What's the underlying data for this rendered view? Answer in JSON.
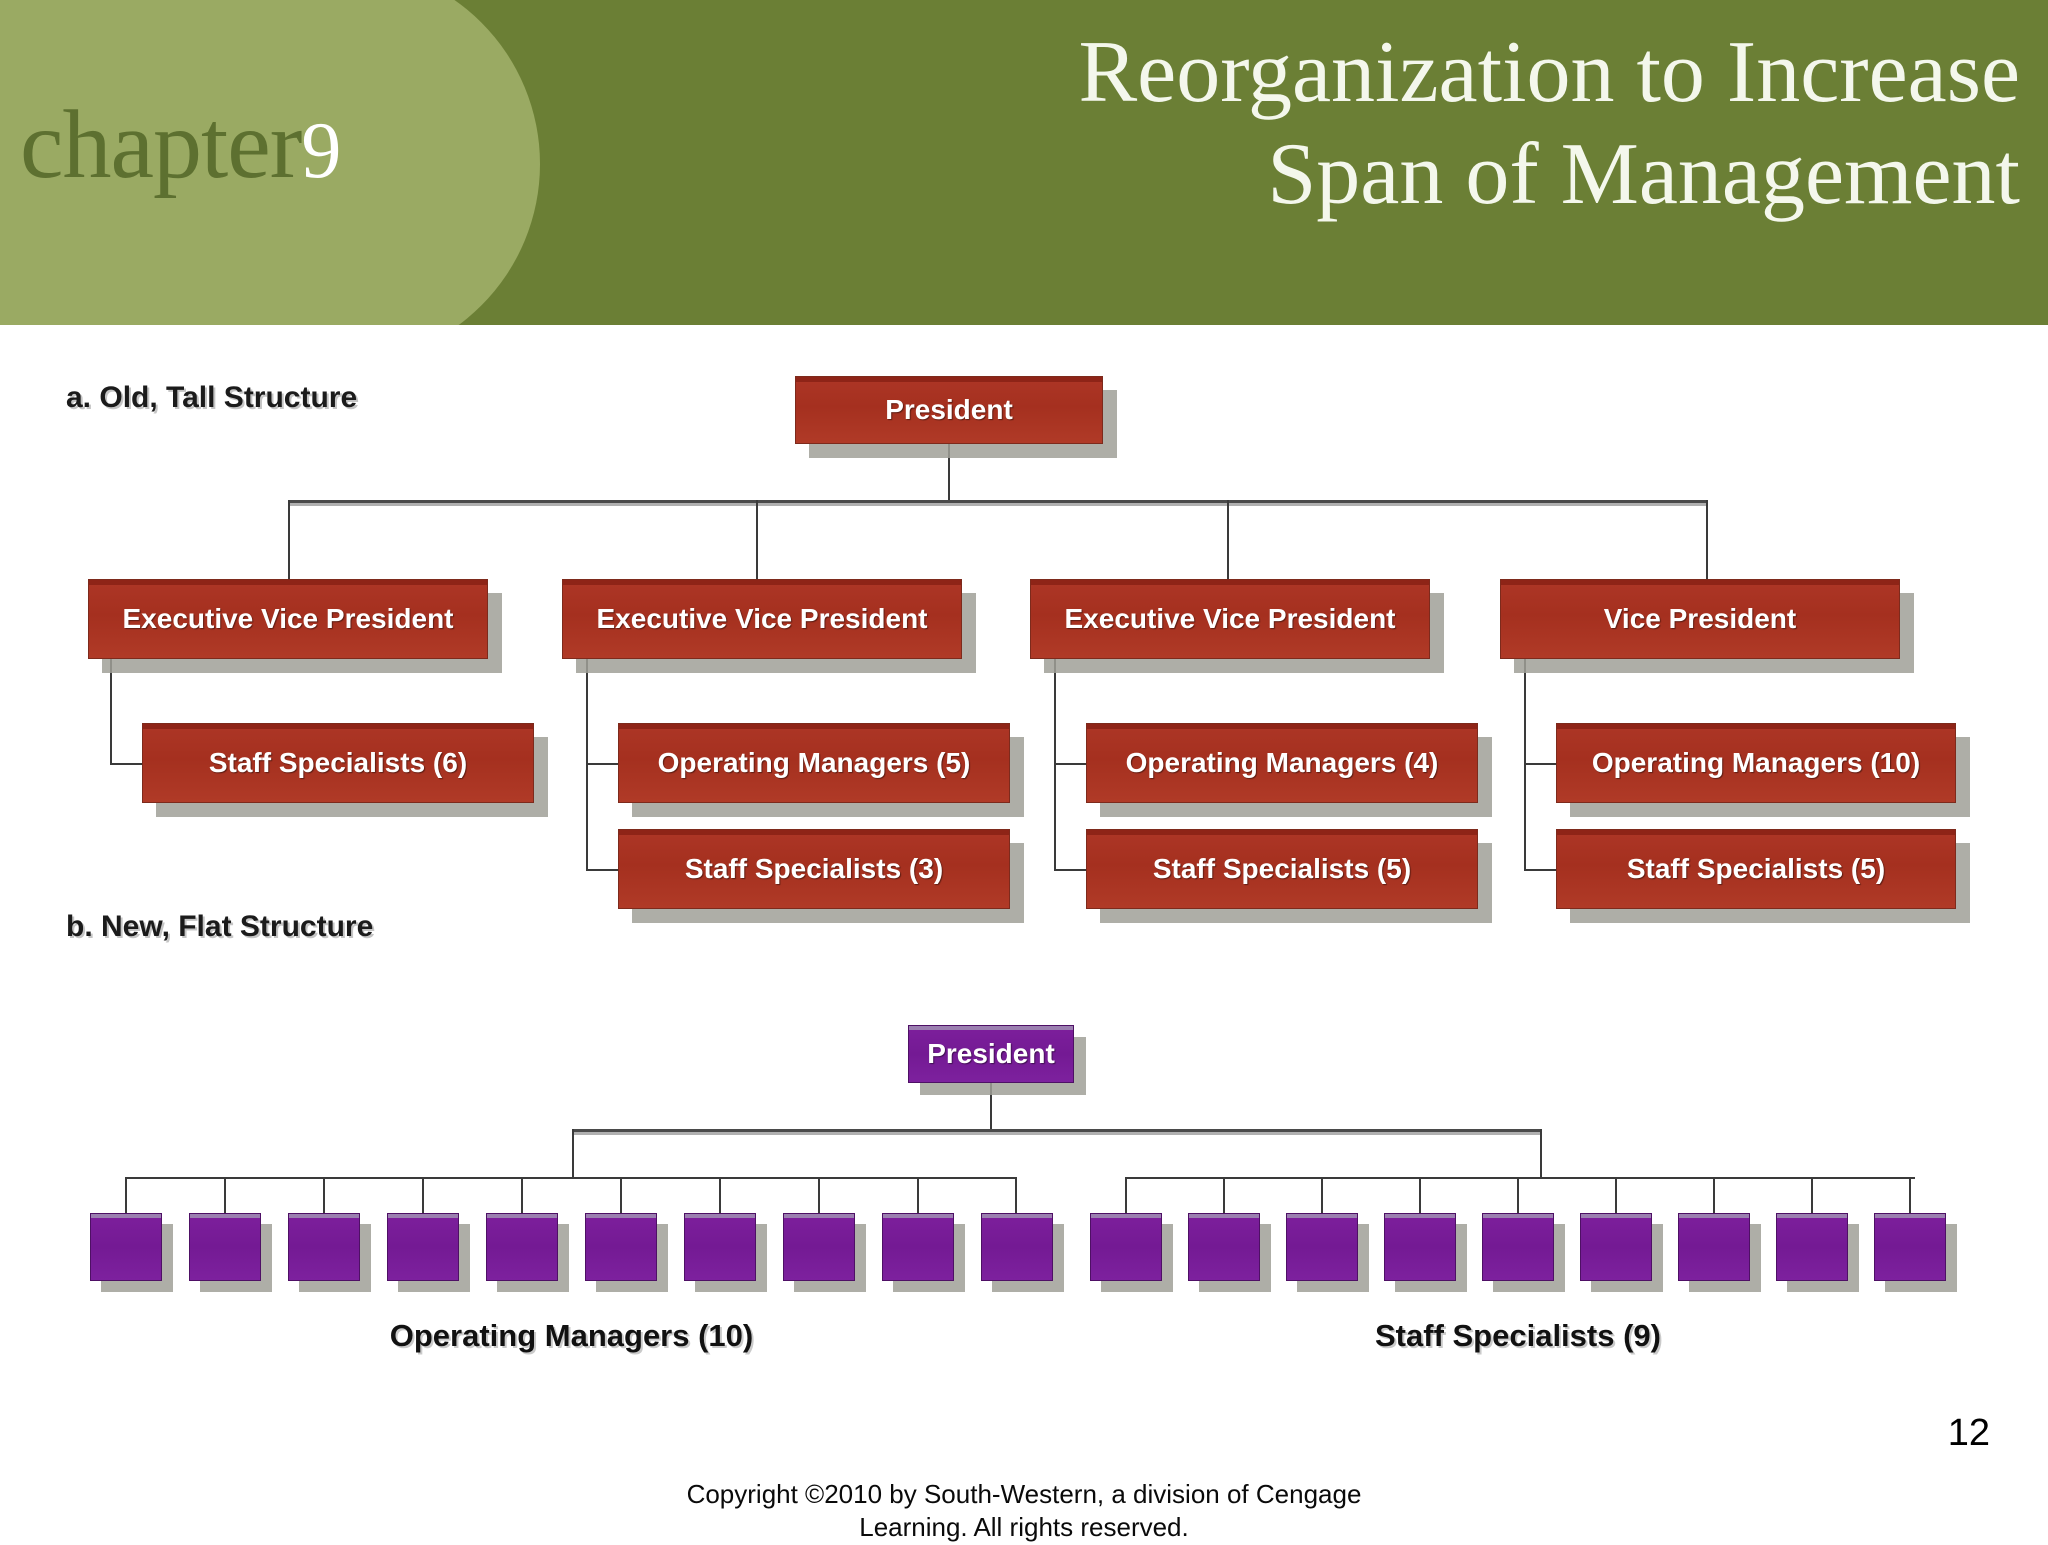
{
  "header": {
    "chapter_word": "chapter",
    "chapter_number": "9",
    "title": "Reorganization to Increase\nSpan of Management",
    "band_color": "#6b7f35",
    "blob_color": "#9aaa63",
    "title_color": "#f4f7ec"
  },
  "diagram": {
    "accent_red": "#a5301f",
    "accent_purple": "#741a94",
    "shadow_color": "#a0a098",
    "sections": [
      {
        "key": "old",
        "label": "a. Old, Tall Structure"
      },
      {
        "key": "new",
        "label": "b. New, Flat Structure"
      }
    ],
    "old_structure": {
      "root": "President",
      "branches": [
        {
          "head": "Executive Vice President",
          "children": [
            "Staff Specialists (6)"
          ]
        },
        {
          "head": "Executive Vice President",
          "children": [
            "Operating Managers (5)",
            "Staff Specialists (3)"
          ]
        },
        {
          "head": "Executive Vice President",
          "children": [
            "Operating Managers (4)",
            "Staff Specialists (5)"
          ]
        },
        {
          "head": "Vice President",
          "children": [
            "Operating Managers (10)",
            "Staff Specialists (5)"
          ]
        }
      ]
    },
    "new_structure": {
      "root": "President",
      "groups": [
        {
          "caption": "Operating Managers (10)",
          "count": 10
        },
        {
          "caption": "Staff Specialists (9)",
          "count": 9
        }
      ]
    }
  },
  "footer": {
    "page_number": "12",
    "copyright": "Copyright ©2010 by South-Western, a division of  Cengage\nLearning.  All rights reserved."
  },
  "chart_data": {
    "type": "diagram",
    "title": "Reorganization to Increase Span of Management",
    "panels": [
      {
        "name": "a. Old, Tall Structure",
        "levels": 3,
        "root": "President",
        "level2": [
          "Executive Vice President",
          "Executive Vice President",
          "Executive Vice President",
          "Vice President"
        ],
        "level3": [
          [
            "Staff Specialists (6)"
          ],
          [
            "Operating Managers (5)",
            "Staff Specialists (3)"
          ],
          [
            "Operating Managers (4)",
            "Staff Specialists (5)"
          ],
          [
            "Operating Managers (10)",
            "Staff Specialists (5)"
          ]
        ],
        "span_of_management": 4
      },
      {
        "name": "b. New, Flat Structure",
        "levels": 2,
        "root": "President",
        "reports": [
          {
            "label": "Operating Managers (10)",
            "value": 10
          },
          {
            "label": "Staff Specialists (9)",
            "value": 9
          }
        ],
        "span_of_management": 19
      }
    ]
  }
}
